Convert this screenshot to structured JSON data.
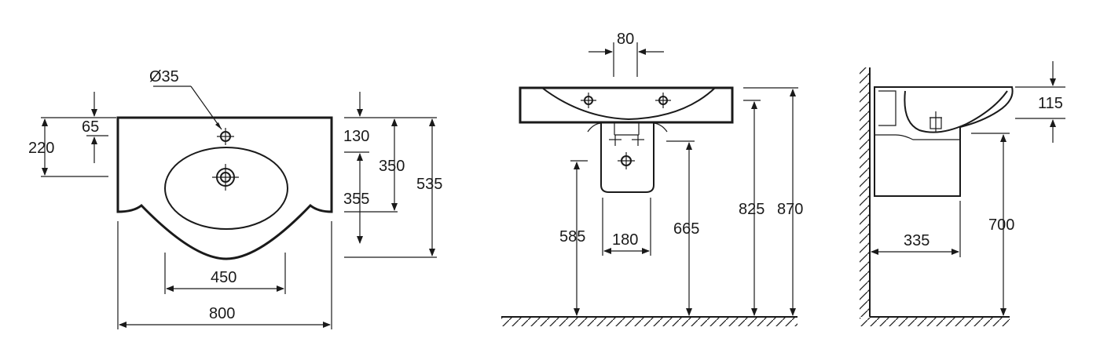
{
  "views": {
    "top": {
      "labels": {
        "hole": "Ø35",
        "edge_to_hole": "65",
        "edge_to_bowl": "220",
        "back_depth": "130",
        "bowl_depth": "355",
        "to_bowl_edge": "350",
        "total_depth": "535",
        "bowl_width": "450",
        "total_width": "800"
      }
    },
    "front": {
      "labels": {
        "tap_spacing": "80",
        "pedestal_height": "585",
        "pedestal_width": "180",
        "drain_height": "665",
        "rim_underside": "825",
        "rim_height": "870"
      }
    },
    "side": {
      "labels": {
        "rim_thickness": "115",
        "projection": "335",
        "bottom_height": "700"
      }
    }
  }
}
